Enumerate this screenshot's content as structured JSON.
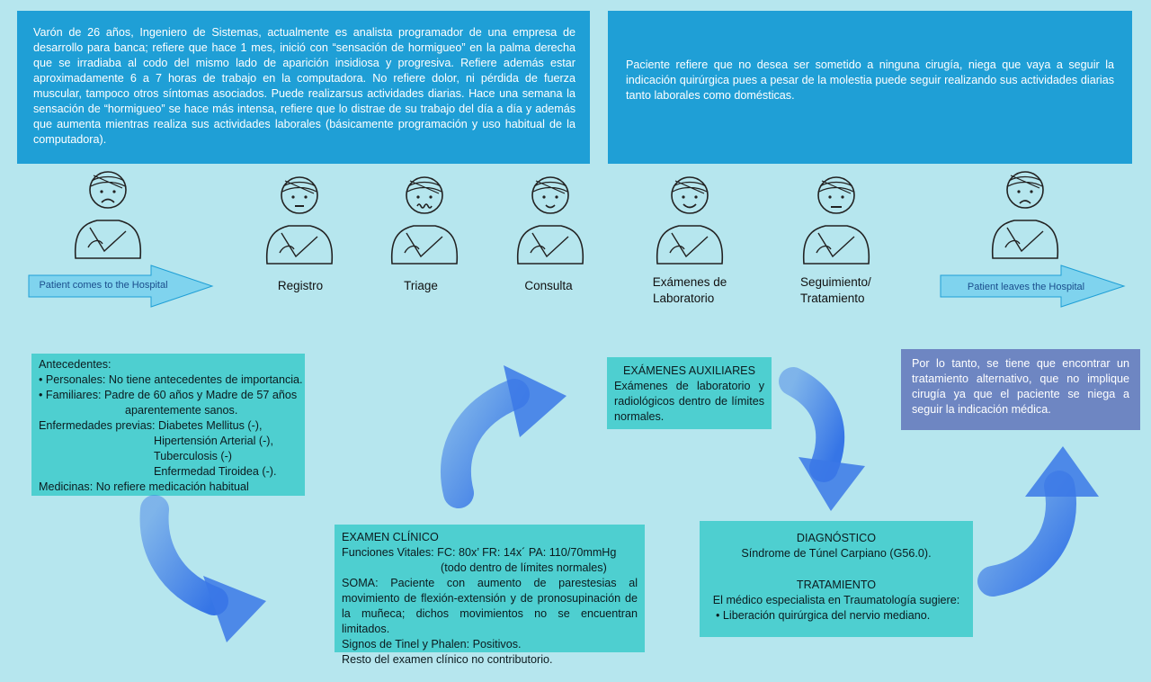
{
  "top_left_text": "Varón de 26 años, Ingeniero de Sistemas, actualmente es analista programador de una empresa de desarrollo para banca; refiere que hace 1 mes, inició con “sensación de hormigueo” en la palma derecha que se irradiaba al codo del mismo lado de aparición insidiosa y progresiva. Refiere además estar aproximadamente 6 a 7 horas de trabajo en la computadora. No refiere dolor, ni pérdida de fuerza muscular, tampoco otros síntomas asociados. Puede realizarsus actividades diarias. Hace una semana la sensación de “hormigueo” se hace más intensa, refiere que lo distrae de su trabajo del día a día y además que aumenta mientras realiza sus actividades laborales (básicamente programación y uso habitual de la computadora).",
  "top_right_text": "Paciente refiere que no desea ser sometido a ninguna cirugía, niega que vaya a seguir la indicación quirúrgica pues a pesar de la molestia puede seguir realizando sus actividades diarias tanto laborales como domésticas.",
  "flow": {
    "start_label": "Patient comes to the Hospital",
    "end_label": "Patient leaves the Hospital",
    "stages": [
      "Registro",
      "Triage",
      "Consulta"
    ],
    "stage_lab": [
      "Exámenes de",
      "Laboratorio"
    ],
    "stage_seg": [
      "Seguimiento/",
      "Tratamiento"
    ]
  },
  "antecedentes": {
    "title": "Antecedentes:",
    "personales": "• Personales: No tiene antecedentes de importancia.",
    "familiares": "• Familiares: Padre de 60 años y Madre de 57 años",
    "familiares_cont": "aparentemente sanos.",
    "enf_label": "Enfermedades previas: Diabetes Mellitus (-),",
    "enf_items": [
      "Hipertensión Arterial (-),",
      "Tuberculosis (-)",
      "Enfermedad Tiroidea (-)."
    ],
    "medicinas": "Medicinas: No refiere medicación habitual"
  },
  "examen_clinico": {
    "title": "EXAMEN CLÍNICO",
    "fv": "Funciones Vitales:   FC: 80x’   FR: 14x´  PA: 110/70mmHg",
    "fv_note": "(todo dentro de límites normales)",
    "soma": "SOMA: Paciente con aumento de parestesias al movimiento de flexión-extensión y de pronosupinación de la muñeca; dichos movimientos no se encuentran limitados.",
    "signos": "Signos de Tinel y Phalen:   Positivos.",
    "resto": "Resto del examen clínico no contributorio."
  },
  "examenes_aux": {
    "title": "EXÁMENES AUXILIARES",
    "text": "Exámenes de laboratorio y radiológicos dentro de límites normales."
  },
  "diagnostico": {
    "title": "DIAGNÓSTICO",
    "text": "Síndrome de Túnel Carpiano (G56.0).",
    "trat_title": "TRATAMIENTO",
    "trat_text": "El médico especialista en Traumatología sugiere:",
    "trat_item": "• Liberación quirúrgica del nervio mediano."
  },
  "conclusion": "Por lo tanto, se tiene que encontrar un tratamiento alternativo, que no implique cirugía ya que el paciente se niega a seguir la indicación médica.",
  "colors": {
    "background": "#b6e6ee",
    "blue_box": "#1f9fd6",
    "teal_box": "#4ecfd0",
    "purple_box": "#6e86c2",
    "arrow_fill": "#7fd3ee",
    "curve_arrow": "#3b78e6"
  }
}
